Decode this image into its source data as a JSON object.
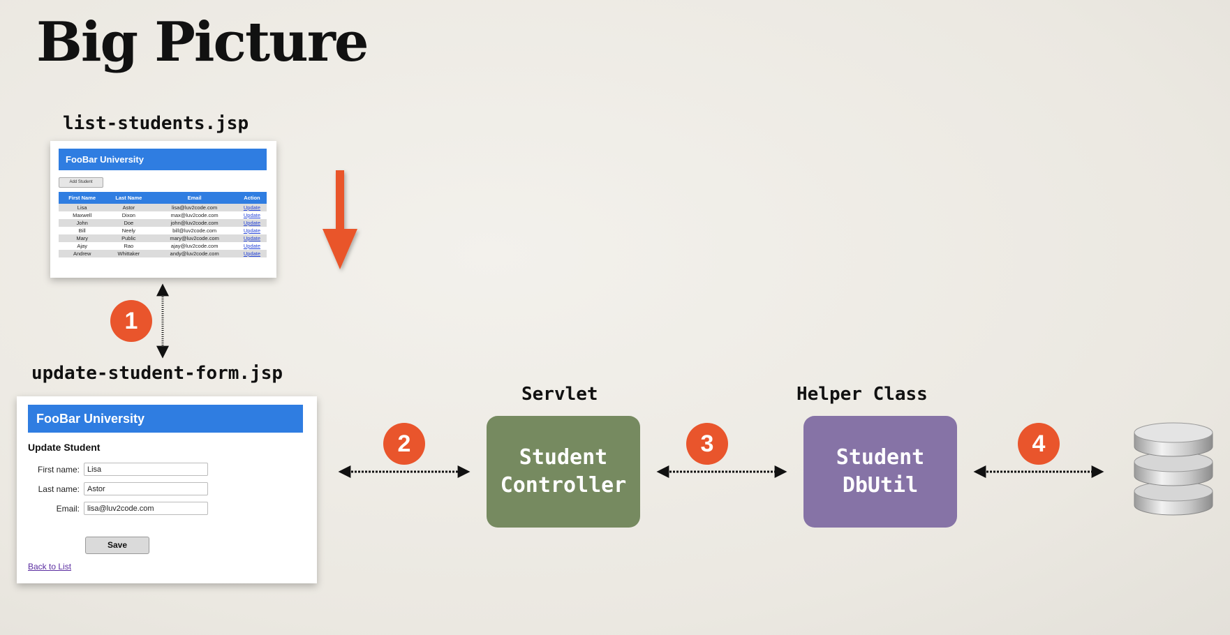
{
  "title": "Big Picture",
  "list_page": {
    "filename": "list-students.jsp",
    "university": "FooBar University",
    "add_button": "Add Student",
    "columns": [
      "First Name",
      "Last Name",
      "Email",
      "Action"
    ],
    "rows": [
      {
        "first": "Lisa",
        "last": "Astor",
        "email": "lisa@luv2code.com",
        "action": "Update"
      },
      {
        "first": "Maxwell",
        "last": "Dixon",
        "email": "max@luv2code.com",
        "action": "Update"
      },
      {
        "first": "John",
        "last": "Doe",
        "email": "john@luv2code.com",
        "action": "Update"
      },
      {
        "first": "Bill",
        "last": "Neely",
        "email": "bill@luv2code.com",
        "action": "Update"
      },
      {
        "first": "Mary",
        "last": "Public",
        "email": "mary@luv2code.com",
        "action": "Update"
      },
      {
        "first": "Ajay",
        "last": "Rao",
        "email": "ajay@luv2code.com",
        "action": "Update"
      },
      {
        "first": "Andrew",
        "last": "Whittaker",
        "email": "andy@luv2code.com",
        "action": "Update"
      }
    ]
  },
  "update_form": {
    "filename": "update-student-form.jsp",
    "university": "FooBar University",
    "heading": "Update Student",
    "fields": [
      {
        "label": "First name:",
        "value": "Lisa"
      },
      {
        "label": "Last name:",
        "value": "Astor"
      },
      {
        "label": "Email:",
        "value": "lisa@luv2code.com"
      }
    ],
    "save_label": "Save",
    "back_link": "Back to List"
  },
  "servlet": {
    "label": "Servlet",
    "line1": "Student",
    "line2": "Controller"
  },
  "helper": {
    "label": "Helper Class",
    "line1": "Student",
    "line2": "DbUtil"
  },
  "steps": [
    "1",
    "2",
    "3",
    "4"
  ],
  "icons": {
    "database": "database-icon"
  },
  "colors": {
    "accent_orange": "#e9552c",
    "controller_green": "#768a60",
    "dbutil_purple": "#8673a6",
    "header_blue": "#2f7de1"
  }
}
